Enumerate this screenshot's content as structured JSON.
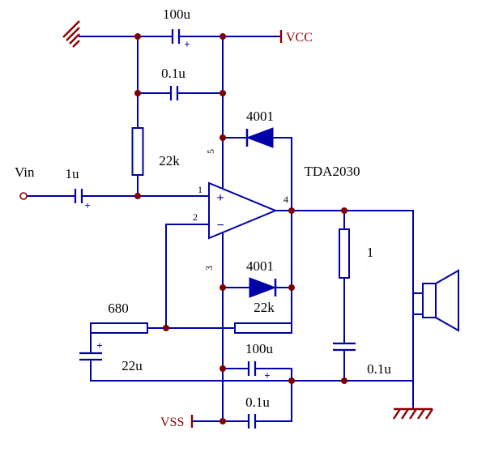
{
  "colors": {
    "wire": "#0000A8",
    "junction": "#800000",
    "power": "#8B0000",
    "label": "#000000"
  },
  "ic": {
    "name": "TDA2030",
    "plus": "+",
    "minus": "−",
    "pin1": "1",
    "pin2": "2",
    "pin3": "3",
    "pin4": "4",
    "pin5": "5"
  },
  "ports": {
    "input": "Vin",
    "vcc": "VCC",
    "vss": "VSS"
  },
  "components": {
    "c_top_bulk": "100u",
    "c_top_hf": "0.1u",
    "r_bias": "22k",
    "d_top": "4001",
    "c_in": "1u",
    "r_gnd": "680",
    "c_fb": "22u",
    "d_bot": "4001",
    "r_fb": "22k",
    "c_bot_bulk": "100u",
    "c_bot_hf": "0.1u",
    "r_zobel": "1",
    "c_zobel": "0.1u"
  },
  "marks": {
    "polarity": "+"
  }
}
